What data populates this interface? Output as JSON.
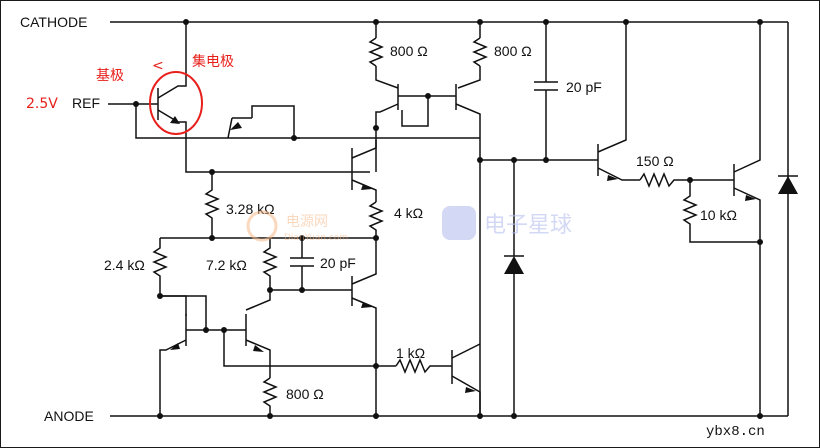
{
  "rails": {
    "top": "CATHODE",
    "bottom": "ANODE"
  },
  "ref": {
    "voltage": "2.5V",
    "label": "REF"
  },
  "annotations": {
    "base": "基极",
    "arrow": "<",
    "collector": "集电极"
  },
  "components": {
    "r_top_left": "800 Ω",
    "r_top_right": "800 Ω",
    "c_top": "20 pF",
    "r_150": "150 Ω",
    "r_10k": "10 kΩ",
    "r_328k": "3.28 kΩ",
    "r_4k": "4 kΩ",
    "r_24k": "2.4 kΩ",
    "r_72k": "7.2 kΩ",
    "c_mid": "20 pF",
    "r_1k": "1 kΩ",
    "r_800_bottom": "800 Ω"
  },
  "watermarks": {
    "left": "电源网",
    "left_sub": "DianYuan.com",
    "right": "电子星球"
  },
  "site": "ybx8.cn",
  "colors": {
    "annotation": "#e8201b",
    "wire": "#111111"
  }
}
